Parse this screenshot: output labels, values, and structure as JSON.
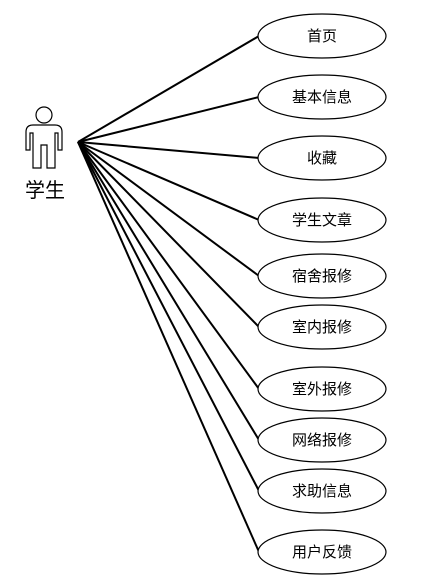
{
  "actor": {
    "label": "学生",
    "icon": "person-icon"
  },
  "use_cases": [
    {
      "id": "home",
      "label": "首页"
    },
    {
      "id": "basic-info",
      "label": "基本信息"
    },
    {
      "id": "favorites",
      "label": "收藏"
    },
    {
      "id": "student-articles",
      "label": "学生文章"
    },
    {
      "id": "dorm-repair",
      "label": "宿舍报修"
    },
    {
      "id": "indoor-repair",
      "label": "室内报修"
    },
    {
      "id": "outdoor-repair",
      "label": "室外报修"
    },
    {
      "id": "network-repair",
      "label": "网络报修"
    },
    {
      "id": "help-info",
      "label": "求助信息"
    },
    {
      "id": "user-feedback",
      "label": "用户反馈"
    }
  ]
}
